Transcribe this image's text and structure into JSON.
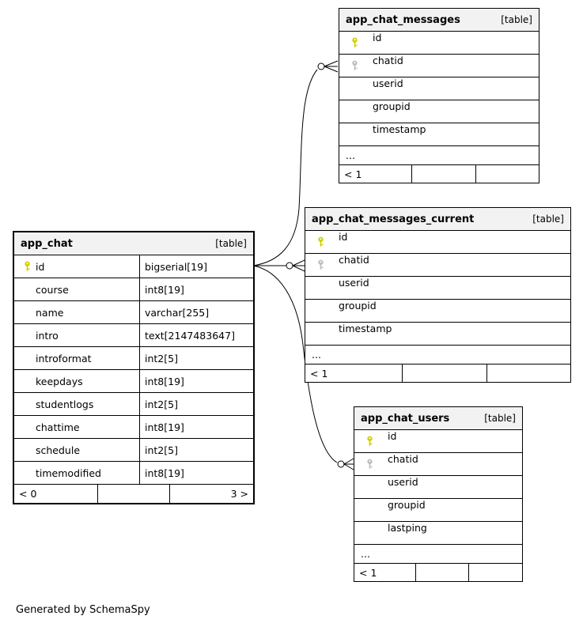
{
  "footer_note": "Generated by SchemaSpy",
  "colors": {
    "primary_key": "#cfcf00",
    "foreign_key": "#bdbdbd",
    "header_bg": "#f2f2f2",
    "border": "#000000"
  },
  "icons": {
    "primary_key": "yellow-key-icon",
    "foreign_key": "gray-key-icon"
  },
  "tables": {
    "app_chat": {
      "title": "app_chat",
      "tag": "[table]",
      "columns": [
        {
          "name": "id",
          "type": "bigserial[19]"
        },
        {
          "name": "course",
          "type": "int8[19]"
        },
        {
          "name": "name",
          "type": "varchar[255]"
        },
        {
          "name": "intro",
          "type": "text[2147483647]"
        },
        {
          "name": "introformat",
          "type": "int2[5]"
        },
        {
          "name": "keepdays",
          "type": "int8[19]"
        },
        {
          "name": "studentlogs",
          "type": "int2[5]"
        },
        {
          "name": "chattime",
          "type": "int8[19]"
        },
        {
          "name": "schedule",
          "type": "int2[5]"
        },
        {
          "name": "timemodified",
          "type": "int8[19]"
        }
      ],
      "footer_left": "< 0",
      "footer_right": "3 >"
    },
    "app_chat_messages": {
      "title": "app_chat_messages",
      "tag": "[table]",
      "columns": [
        {
          "name": "id"
        },
        {
          "name": "chatid"
        },
        {
          "name": "userid"
        },
        {
          "name": "groupid"
        },
        {
          "name": "timestamp"
        }
      ],
      "ellipsis": "...",
      "footer_left": "< 1"
    },
    "app_chat_messages_current": {
      "title": "app_chat_messages_current",
      "tag": "[table]",
      "columns": [
        {
          "name": "id"
        },
        {
          "name": "chatid"
        },
        {
          "name": "userid"
        },
        {
          "name": "groupid"
        },
        {
          "name": "timestamp"
        }
      ],
      "ellipsis": "...",
      "footer_left": "< 1"
    },
    "app_chat_users": {
      "title": "app_chat_users",
      "tag": "[table]",
      "columns": [
        {
          "name": "id"
        },
        {
          "name": "chatid"
        },
        {
          "name": "userid"
        },
        {
          "name": "groupid"
        },
        {
          "name": "lastping"
        }
      ],
      "ellipsis": "...",
      "footer_left": "< 1"
    }
  }
}
